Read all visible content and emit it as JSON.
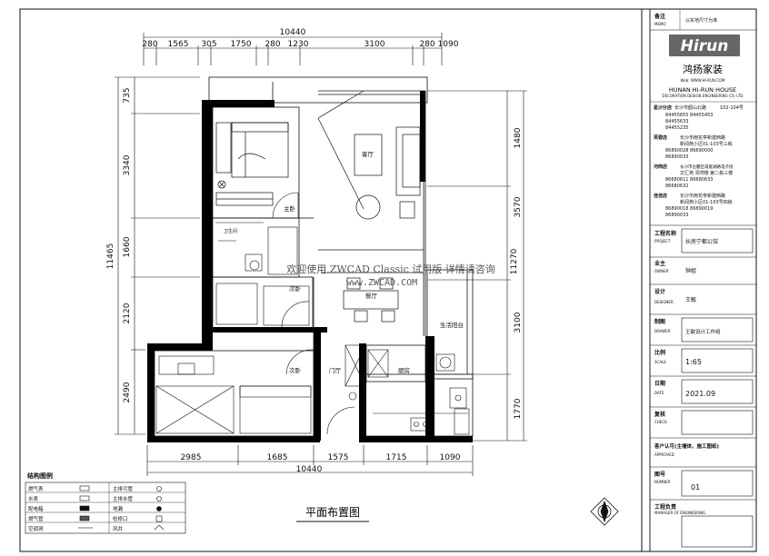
{
  "drawing": {
    "title": "平面布置图",
    "watermark": "欢迎使用 ZWCAD Classic 试用版 详情请咨询",
    "watermark_url": "www.ZWCAD.COM",
    "top_total": "10440",
    "bottom_total": "10440",
    "top_dims": [
      "280",
      "1565",
      "305",
      "1750",
      "280",
      "1230",
      "3100",
      "280",
      "1090"
    ],
    "bottom_dims": [
      "2985",
      "1685",
      "1575",
      "1715",
      "1090"
    ],
    "left_total": "11465",
    "left_dims": [
      "735",
      "3340",
      "1660",
      "2120",
      "2490"
    ],
    "right_total": "11270",
    "right_dims": [
      "1480",
      "3570",
      "3100",
      "1770"
    ],
    "rooms": {
      "living": "客厅",
      "master": "主卧",
      "bath": "卫生间",
      "dining": "餐厅",
      "second": "次卧",
      "third": "次卧",
      "balcony": "生活阳台",
      "entry": "门厅",
      "kitchen": "厨房"
    },
    "colors": {
      "wall": "#000000",
      "line": "#111111",
      "paper": "#ffffff"
    }
  },
  "legend": {
    "title": "结构图例",
    "items": [
      {
        "left": "燃气表",
        "right": "主排污管"
      },
      {
        "left": "水表",
        "right": "主排水管"
      },
      {
        "left": "配电箱",
        "right": "地漏"
      },
      {
        "left": "燃气管",
        "right": "检修口"
      },
      {
        "left": "空调洞",
        "right": "风井"
      }
    ]
  },
  "title_block": {
    "memo_label": "备注",
    "memo_en": "MEMO",
    "memo_value": "以实地尺寸为准",
    "logo": "Hirun",
    "company_cn": "鸿扬家装",
    "company_url": "Web: WWW.HI-RUN.COM",
    "company_en": "HUNAN HI-RUN HOUSE",
    "company_sub": "DECORATION DESIGN ENGINEERING CO. LTD",
    "offices": [
      {
        "name": "星沙分店",
        "addr": "长沙市韶山北路",
        "suite": "102-104号",
        "lines": [
          "84455855  84455453",
          "84455633",
          "84455235"
        ]
      },
      {
        "name": "芙蓉店",
        "addr": "长沙市雨花亭新建西路",
        "suite": "新闻苑小区01-103号三栋",
        "lines": [
          "86890028  86890000",
          "86890033"
        ]
      },
      {
        "name": "河西店",
        "addr": "长沙市岳麓区咸嘉湖路电子街",
        "suite": "文汇苑  洞湾楼  第二栋三楼",
        "lines": [
          "86680611  86680633",
          "86680632"
        ]
      },
      {
        "name": "佳佳店",
        "addr": "长沙市雨花亭新建西路",
        "suite": "新闻苑小区01-103号四栋",
        "lines": [
          "86890018  86890019",
          "86890033"
        ]
      }
    ],
    "rows": [
      {
        "cn": "工程名称",
        "en": "PROJECT",
        "value": "长房宁都公馆"
      },
      {
        "cn": "业主",
        "en": "OWNER",
        "value": "钟姐"
      },
      {
        "cn": "设计",
        "en": "DESIGNER",
        "value": "王敏"
      },
      {
        "cn": "制图",
        "en": "DRAWER",
        "value": "王敏设计工作组"
      },
      {
        "cn": "比例",
        "en": "SCALE",
        "value": "1:65"
      },
      {
        "cn": "日期",
        "en": "DATE",
        "value": "2021.09"
      },
      {
        "cn": "复核",
        "en": "CHECK",
        "value": ""
      },
      {
        "cn": "客户认可(主墙体，施工图纸)",
        "en": "APPROVED",
        "value": ""
      },
      {
        "cn": "图号",
        "en": "NUMBER",
        "value": "01"
      },
      {
        "cn": "工程负责",
        "en": "MANAGER OF ENGINEERING",
        "value": ""
      }
    ]
  }
}
